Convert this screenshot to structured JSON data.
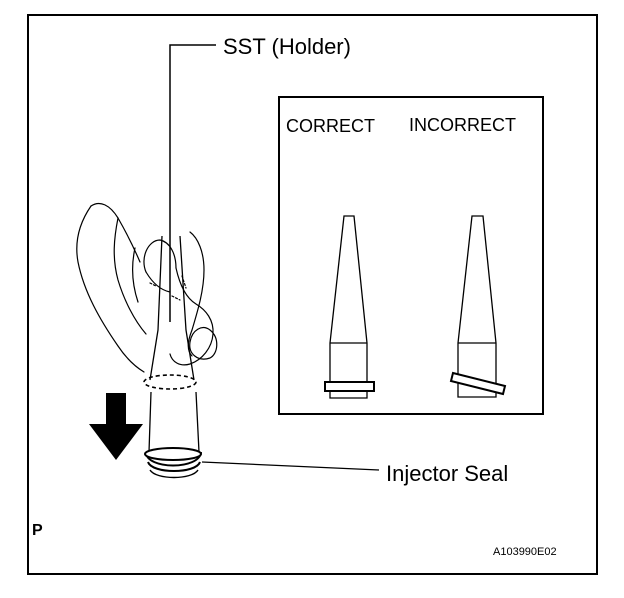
{
  "labels": {
    "holder": "SST (Holder)",
    "seal": "Injector Seal",
    "correct": "CORRECT",
    "incorrect": "INCORRECT",
    "corner": "P",
    "code": "A103990E02"
  },
  "icons": {
    "arrow": "down-arrow-icon",
    "hand": "hand-illustration"
  }
}
